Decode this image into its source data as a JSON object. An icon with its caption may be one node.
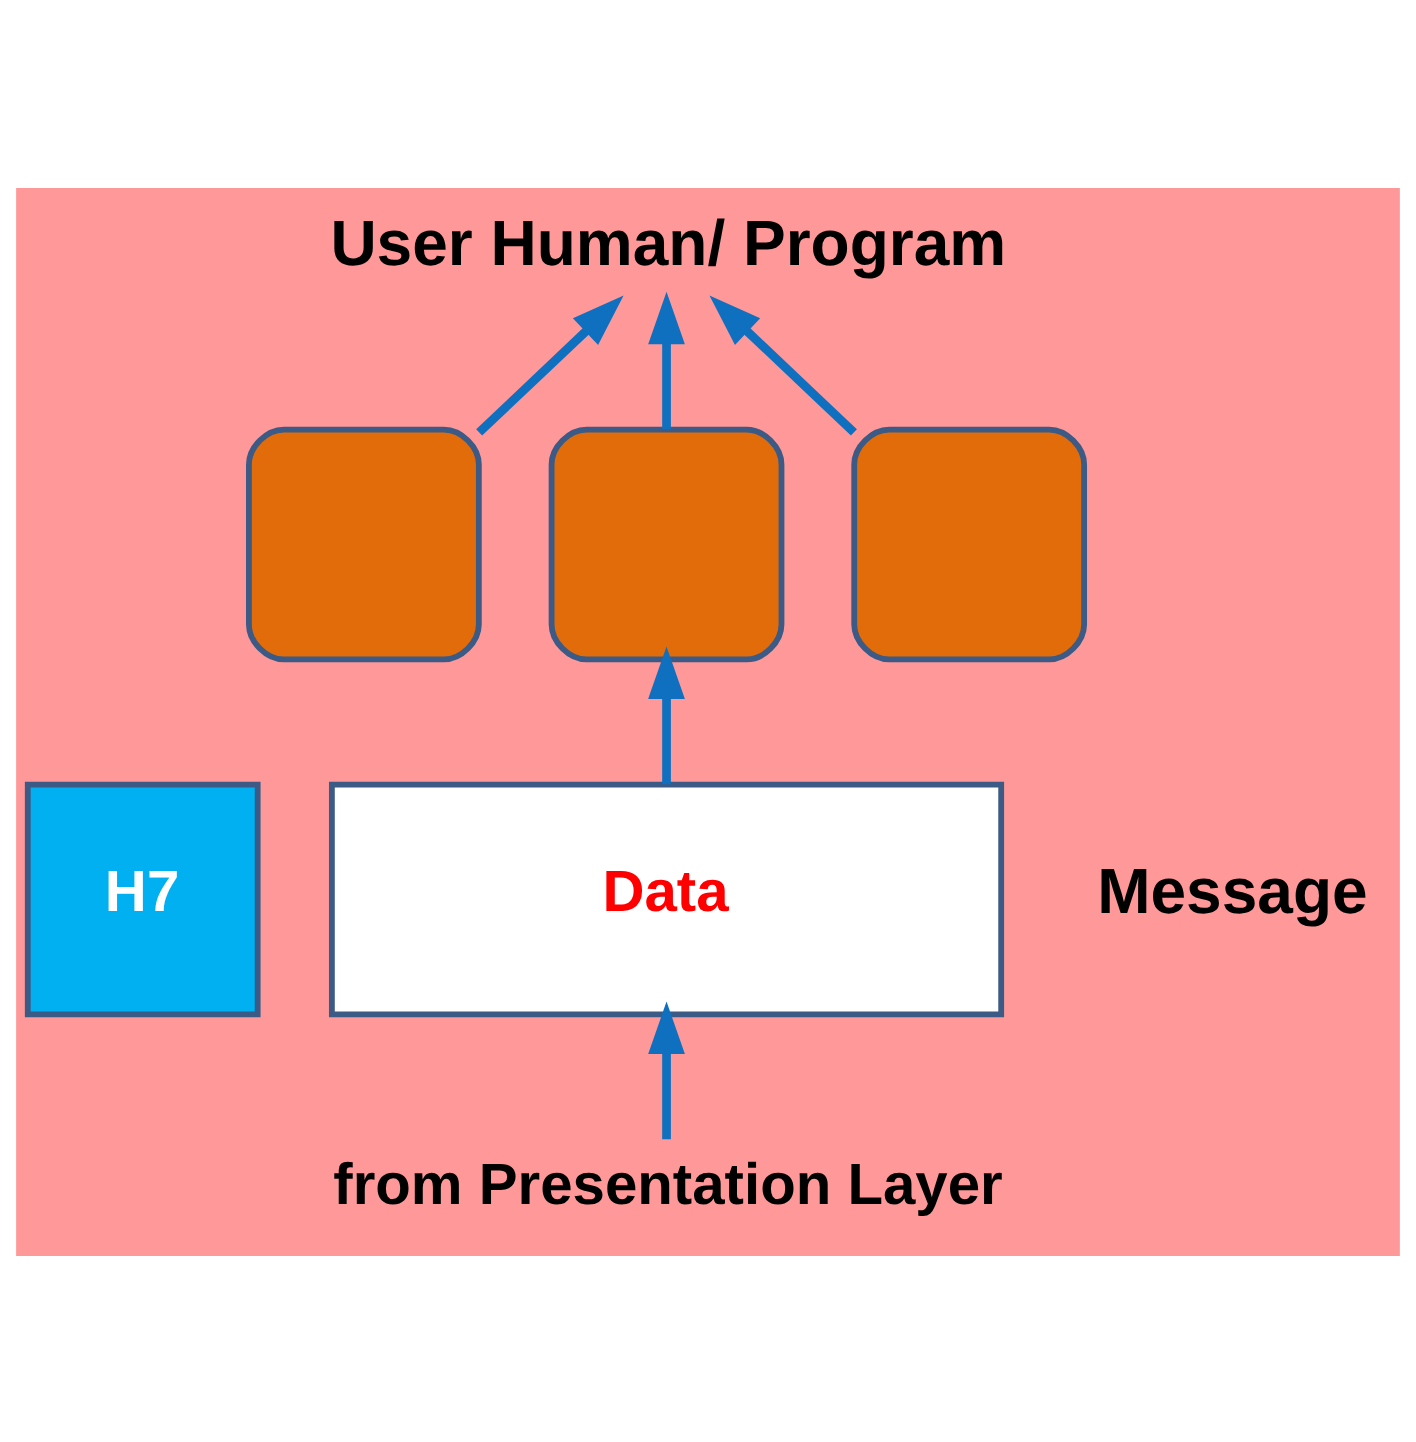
{
  "diagram": {
    "nodes": [
      {
        "text": [
          "User Human/ Program"
        ]
      },
      {
        "text": [],
        "shape": "box"
      },
      {
        "text": [],
        "shape": "box"
      },
      {
        "text": [],
        "shape": "box"
      },
      {
        "text": [
          "H7"
        ]
      },
      {
        "text": [
          "Data"
        ]
      },
      {
        "text": [
          "from Presentation Layer"
        ]
      }
    ],
    "edges": [
      {
        "from": 1,
        "to": 0,
        "arrow": "to"
      },
      {
        "from": 2,
        "to": 0,
        "arrow": "to"
      },
      {
        "from": 3,
        "to": 0,
        "arrow": "to"
      },
      {
        "from": 5,
        "to": 2,
        "arrow": "to"
      },
      {
        "from": 6,
        "to": 5,
        "arrow": "to"
      }
    ],
    "labels": [
      "Message"
    ]
  }
}
